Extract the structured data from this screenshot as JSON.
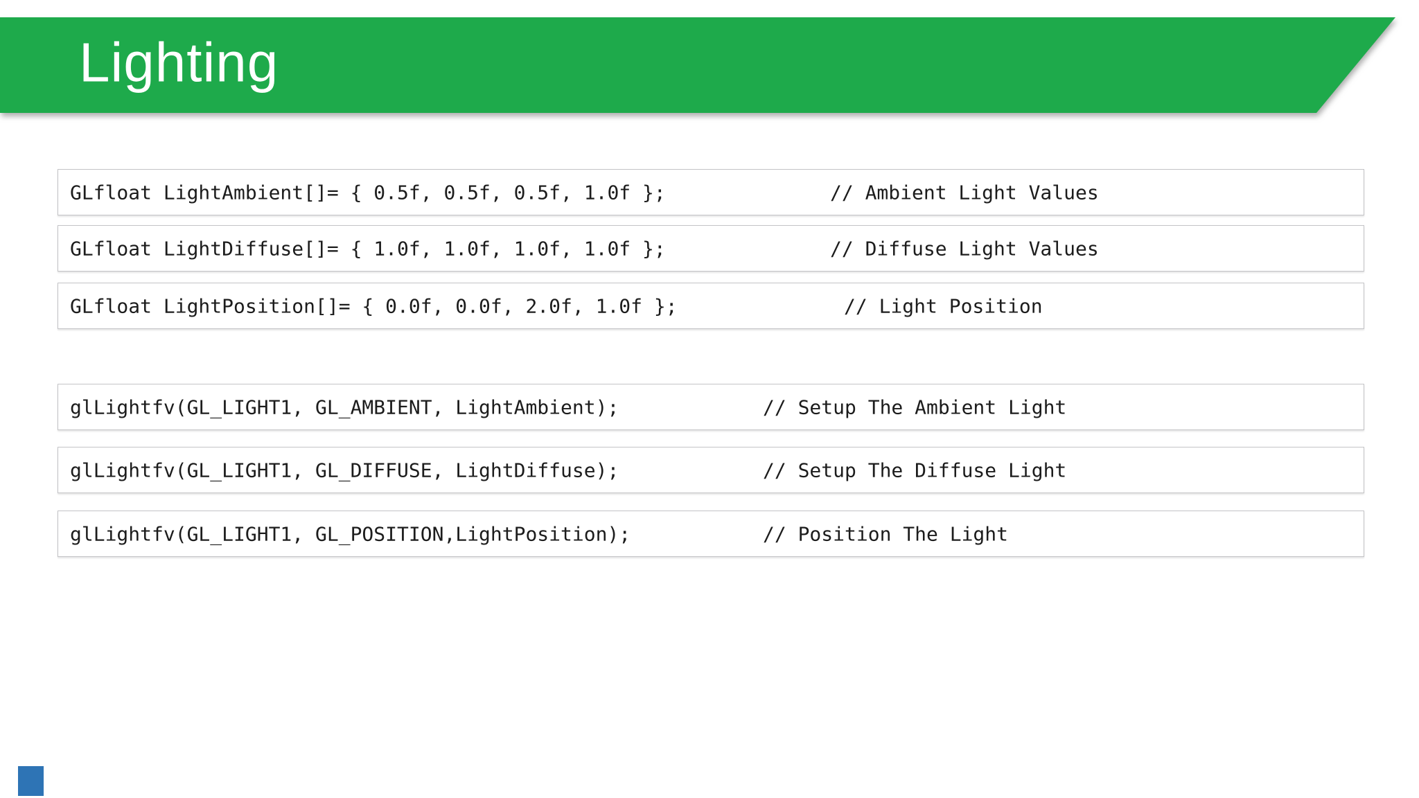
{
  "slide": {
    "title": "Lighting",
    "accent_green": "#1EAA4B",
    "accent_blue": "#2E74B5",
    "code_text_color": "#1c1c1c",
    "box_border_color": "#c3c3c6"
  },
  "code_rows": [
    {
      "code": "GLfloat LightAmbient[]= { 0.5f, 0.5f, 0.5f, 1.0f };",
      "comment": "// Ambient Light Values"
    },
    {
      "code": "GLfloat LightDiffuse[]= { 1.0f, 1.0f, 1.0f, 1.0f };",
      "comment": "// Diffuse Light Values"
    },
    {
      "code": "GLfloat LightPosition[]= { 0.0f, 0.0f, 2.0f, 1.0f };",
      "comment": "// Light Position"
    },
    {
      "code": "glLightfv(GL_LIGHT1, GL_AMBIENT, LightAmbient);",
      "comment": "// Setup The Ambient Light"
    },
    {
      "code": "glLightfv(GL_LIGHT1, GL_DIFFUSE, LightDiffuse);",
      "comment": "// Setup The Diffuse Light"
    },
    {
      "code": "glLightfv(GL_LIGHT1, GL_POSITION,LightPosition);",
      "comment": "// Position The Light"
    }
  ]
}
